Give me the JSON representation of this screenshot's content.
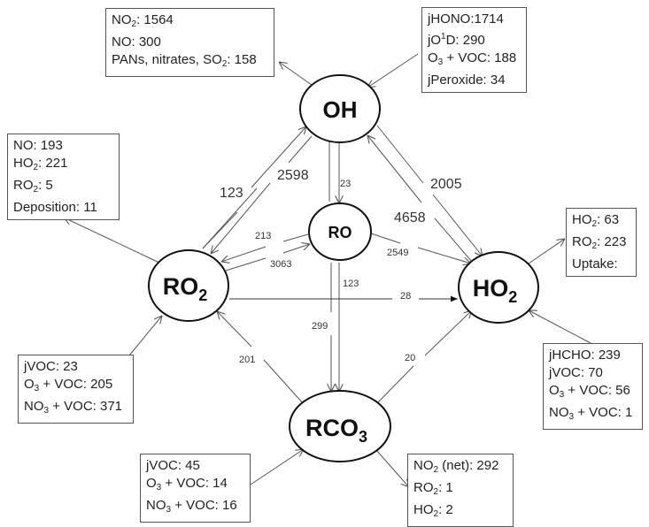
{
  "nodes": {
    "oh": {
      "label": "OH",
      "sub": ""
    },
    "ro2": {
      "label": "RO",
      "sub": "2"
    },
    "ro": {
      "label": "RO",
      "sub": ""
    },
    "ho2": {
      "label": "HO",
      "sub": "2"
    },
    "rco3": {
      "label": "RCO",
      "sub": "3"
    }
  },
  "edges": [
    {
      "from": "RO2",
      "to": "OH",
      "value": "123"
    },
    {
      "from": "OH",
      "to": "RO2",
      "value": "2598"
    },
    {
      "from": "OH",
      "to": "RO",
      "value": "23"
    },
    {
      "from": "OH",
      "to": "HO2",
      "value": "2005"
    },
    {
      "from": "HO2",
      "to": "OH",
      "value": "4658"
    },
    {
      "from": "RO",
      "to": "RO2",
      "value": "213"
    },
    {
      "from": "RO2",
      "to": "RO",
      "value": "3063"
    },
    {
      "from": "RO",
      "to": "HO2",
      "value": "2549"
    },
    {
      "from": "RO",
      "to": "RCO3",
      "value": "123"
    },
    {
      "from": "OH",
      "to": "RCO3",
      "value": "299"
    },
    {
      "from": "RO2",
      "to": "HO2",
      "value": "28"
    },
    {
      "from": "RCO3",
      "to": "RO2",
      "value": "201"
    },
    {
      "from": "RCO3",
      "to": "HO2",
      "value": "20"
    }
  ],
  "boxes": {
    "oh_sinks": [
      {
        "pre": "NO",
        "sub": "2",
        "sup": "",
        "post": ": 1564"
      },
      {
        "pre": "NO: 300",
        "sub": "",
        "sup": "",
        "post": ""
      },
      {
        "pre": "PANs, nitrates, SO",
        "sub": "2",
        "sup": "",
        "post": ": 158"
      }
    ],
    "oh_sources": [
      {
        "pre": "jHONO:1714",
        "sub": "",
        "sup": "",
        "post": ""
      },
      {
        "pre": "jO",
        "sub": "",
        "sup": "1",
        "post": "D: 290"
      },
      {
        "pre": "O",
        "sub": "3",
        "sup": "",
        "post": " + VOC: 188"
      },
      {
        "pre": "jPeroxide: 34",
        "sub": "",
        "sup": "",
        "post": ""
      }
    ],
    "ro2_sinks": [
      {
        "pre": "NO: 193",
        "sub": "",
        "sup": "",
        "post": ""
      },
      {
        "pre": "HO",
        "sub": "2",
        "sup": "",
        "post": ": 221"
      },
      {
        "pre": "RO",
        "sub": "2",
        "sup": "",
        "post": ": 5"
      },
      {
        "pre": "Deposition: 11",
        "sub": "",
        "sup": "",
        "post": ""
      }
    ],
    "ho2_sinks": [
      {
        "pre": "HO",
        "sub": "2",
        "sup": "",
        "post": ": 63"
      },
      {
        "pre": "RO",
        "sub": "2",
        "sup": "",
        "post": ": 223"
      },
      {
        "pre": "Uptake:",
        "sub": "",
        "sup": "",
        "post": ""
      }
    ],
    "ro2_sources": [
      {
        "pre": "jVOC: 23",
        "sub": "",
        "sup": "",
        "post": ""
      },
      {
        "pre": "O",
        "sub": "3",
        "sup": "",
        "post": " + VOC: 205"
      },
      {
        "pre": "NO",
        "sub": "3",
        "sup": "",
        "post": " + VOC: 371"
      }
    ],
    "ho2_sources": [
      {
        "pre": "jHCHO: 239",
        "sub": "",
        "sup": "",
        "post": ""
      },
      {
        "pre": "jVOC: 70",
        "sub": "",
        "sup": "",
        "post": ""
      },
      {
        "pre": "O",
        "sub": "3",
        "sup": "",
        "post": " + VOC: 56"
      },
      {
        "pre": "NO",
        "sub": "3",
        "sup": "",
        "post": " + VOC: 1"
      }
    ],
    "rco3_sources": [
      {
        "pre": "jVOC: 45",
        "sub": "",
        "sup": "",
        "post": ""
      },
      {
        "pre": "O",
        "sub": "3",
        "sup": "",
        "post": " + VOC: 14"
      },
      {
        "pre": "NO",
        "sub": "3",
        "sup": "",
        "post": " + VOC: 16"
      }
    ],
    "rco3_sinks": [
      {
        "pre": "NO",
        "sub": "2",
        "sup": "",
        "post": " (net): 292"
      },
      {
        "pre": "RO",
        "sub": "2",
        "sup": "",
        "post": ": 1"
      },
      {
        "pre": "HO",
        "sub": "2",
        "sup": "",
        "post": ": 2"
      }
    ]
  }
}
